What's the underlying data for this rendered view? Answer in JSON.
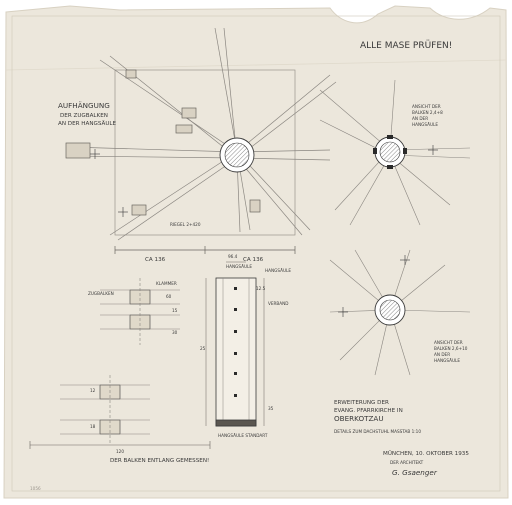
{
  "notes": {
    "top_right": "ALLE MASE PRÜFEN!",
    "left_title_1": "AUFHÄNGUNG",
    "left_title_2": "DER ZUGBALKEN",
    "left_title_3": "AN DER HANGSÄULE",
    "right_view_1": "ANSICHT DER",
    "right_view_2": "BALKEN 2,4+8",
    "right_view_3": "AN DER",
    "right_view_4": "HANGSÄULE",
    "right_view_b1": "ANSICHT DER",
    "right_view_b2": "BALKEN 2,6+10",
    "right_view_b3": "AN DER",
    "right_view_b4": "HANGSÄULE",
    "bottom_note": "DER BALKEN ENTLANG GEMESSEN!",
    "ca_label": "CA 136",
    "ca_label_right": "CA 136",
    "riegel": "RIEGEL 2+420",
    "hangsaeule": "HANGSÄULE",
    "hangsaeule_b": "HANGSÄULE",
    "hangsaeule_bottom": "HANGSÄULE STANDART",
    "verb_label": "VERBAND",
    "zugbalken": "ZUGBALKEN",
    "klammer": "KLAMMER"
  },
  "title_block": {
    "line1": "ERWEITERUNG DER",
    "line2": "EVANG. PFARRKIRCHE IN",
    "line3": "OBERKOTZAU",
    "line4": "DETAILS ZUM DACHSTUHL  MASSTAB 1:10",
    "date": "MÜNCHEN, 10. OKTOBER 1935",
    "office": "DER ARCHITEKT",
    "signature": "G. Gsaenger"
  },
  "dims": {
    "d1": "96.4",
    "d2": "12.5",
    "d3": "25",
    "d4": "35",
    "d5": "120",
    "d6": "15",
    "d7": "60",
    "d8": "30",
    "d9": "12",
    "d10": "18"
  },
  "colors": {
    "paper": "#ece7dc",
    "paper_edge": "#e2dccf",
    "ink": "#3a3a3a",
    "ink_light": "#8a8680",
    "hatch": "#6b6b6b"
  },
  "corner_stamp": "1056"
}
